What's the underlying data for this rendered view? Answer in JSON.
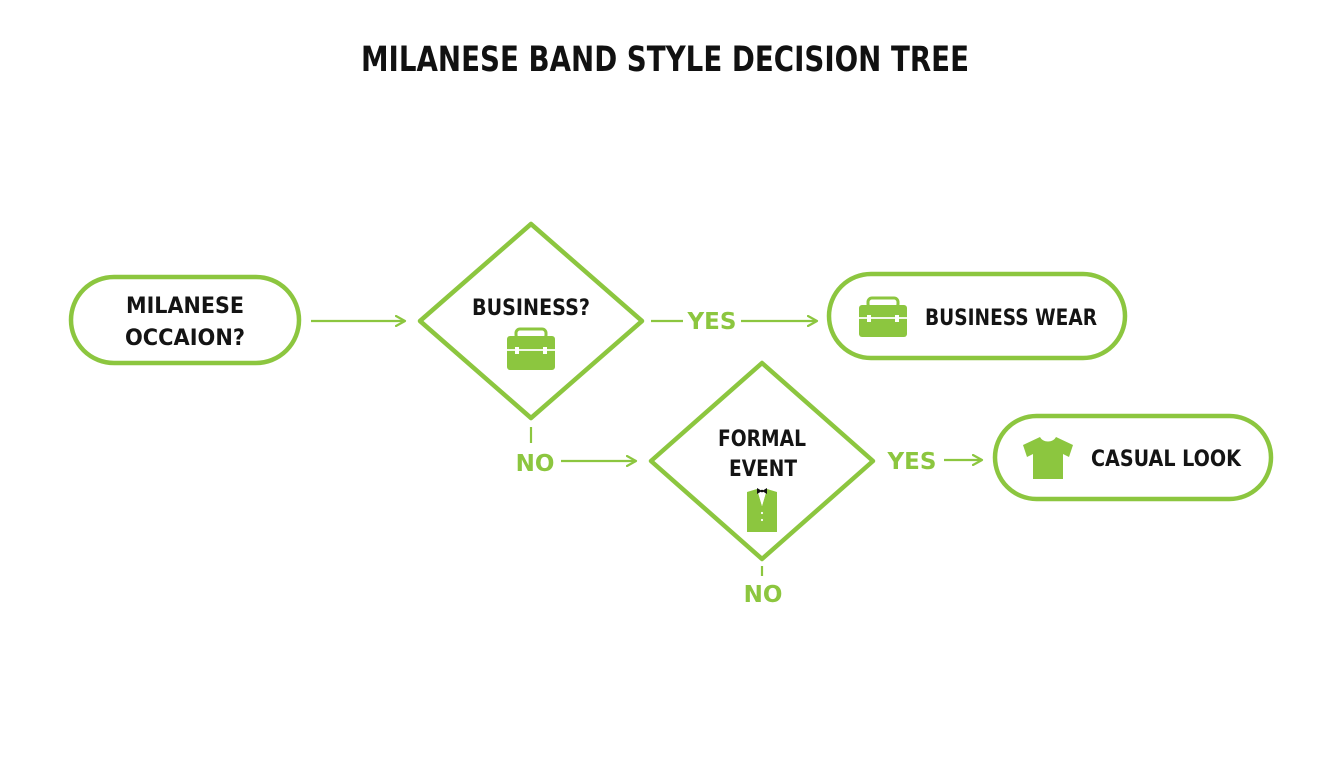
{
  "title": "MILANESE BAND STYLE DECISION TREE",
  "colors": {
    "accent": "#8cc63f",
    "text": "#141414",
    "background": "#ffffff"
  },
  "nodes": {
    "start": {
      "line1": "MILANESE",
      "line2": "OCCAION?"
    },
    "business": {
      "label": "BUSINESS?",
      "icon": "briefcase-icon"
    },
    "business_wear": {
      "label": "BUSINESS WEAR",
      "icon": "briefcase-icon"
    },
    "formal": {
      "line1": "FORMAL",
      "line2": "EVENT",
      "icon": "tuxedo-icon"
    },
    "casual": {
      "label": "CASUAL LOOK",
      "icon": "tshirt-icon"
    }
  },
  "edges": {
    "business_yes": "YES",
    "business_no": "NO",
    "formal_yes": "YES",
    "formal_no": "NO"
  }
}
